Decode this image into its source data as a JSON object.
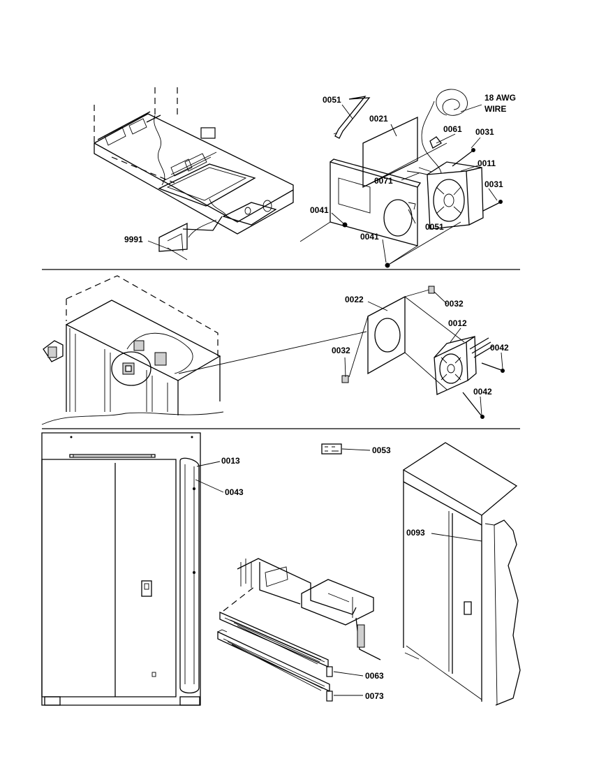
{
  "labels": {
    "l0051a": "0051",
    "l0021": "0021",
    "l0061": "0061",
    "wire1": "18 AWG",
    "wire2": "WIRE",
    "l0031a": "0031",
    "l0011": "0011",
    "l0071": "0071",
    "l0031b": "0031",
    "l0041a": "0041",
    "l0051b": "0051",
    "l0041b": "0041",
    "l9991": "9991",
    "l0022": "0022",
    "l0032a": "0032",
    "l0012": "0012",
    "l0032b": "0032",
    "l0042a": "0042",
    "l0042b": "0042",
    "l0013": "0013",
    "l0043": "0043",
    "l0053": "0053",
    "l0093": "0093",
    "l0063": "0063",
    "l0073": "0073"
  }
}
